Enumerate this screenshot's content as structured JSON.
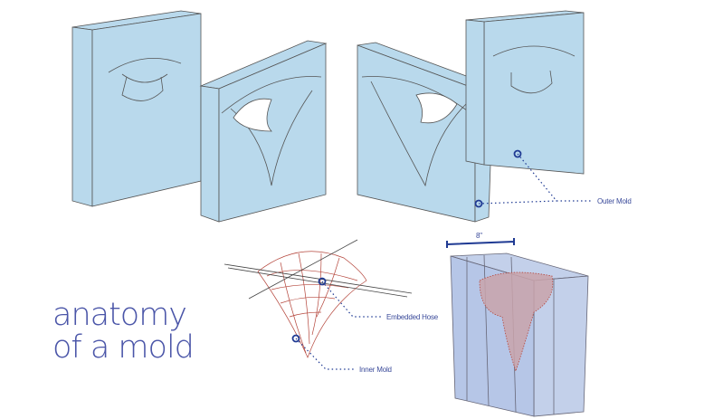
{
  "title": {
    "line1": "anatomy",
    "line2": "of a mold"
  },
  "labels": {
    "outer_mold": "Outer Mold",
    "embedded_hose": "Embedded Hose",
    "inner_mold": "Inner Mold",
    "dimension": "8\""
  },
  "colors": {
    "mold_fill": "#b9d9ec",
    "assembled_fill": "#b8c8e6",
    "wire": "#b5473d",
    "accent": "#1f3a93"
  }
}
